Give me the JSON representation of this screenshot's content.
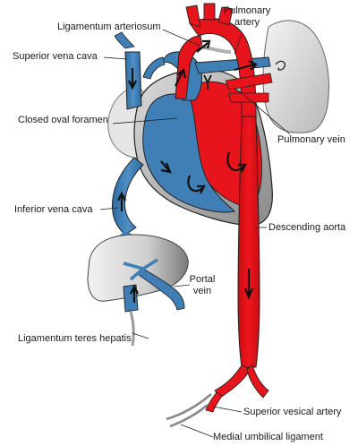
{
  "labels": {
    "ligamentum_arteriosum": "Ligamentum arteriosum",
    "pulmonary_artery_line1": "Pulmonary",
    "pulmonary_artery_line2": "artery",
    "superior_vena_cava": "Superior vena cava",
    "closed_oval_foramen": "Closed oval foramen",
    "pulmonary_vein": "Pulmonary vein",
    "inferior_vena_cava": "Inferior vena cava",
    "descending_aorta": "Descending aorta",
    "portal_vein_line1": "Portal",
    "portal_vein_line2": "vein",
    "ligamentum_teres_hepatis": "Ligamentum teres hepatis",
    "superior_vesical_artery": "Superior vesical artery",
    "medial_umbilical_ligament": "Medial umbilical ligament"
  },
  "colors": {
    "arterial_red": "#e8141b",
    "venous_blue": "#3f7fb6",
    "lung_gray": "#d9d9d9",
    "heart_wall_gray": "#8c8c8c",
    "outline": "#222222",
    "ligament_gray": "#b0b0b0"
  }
}
